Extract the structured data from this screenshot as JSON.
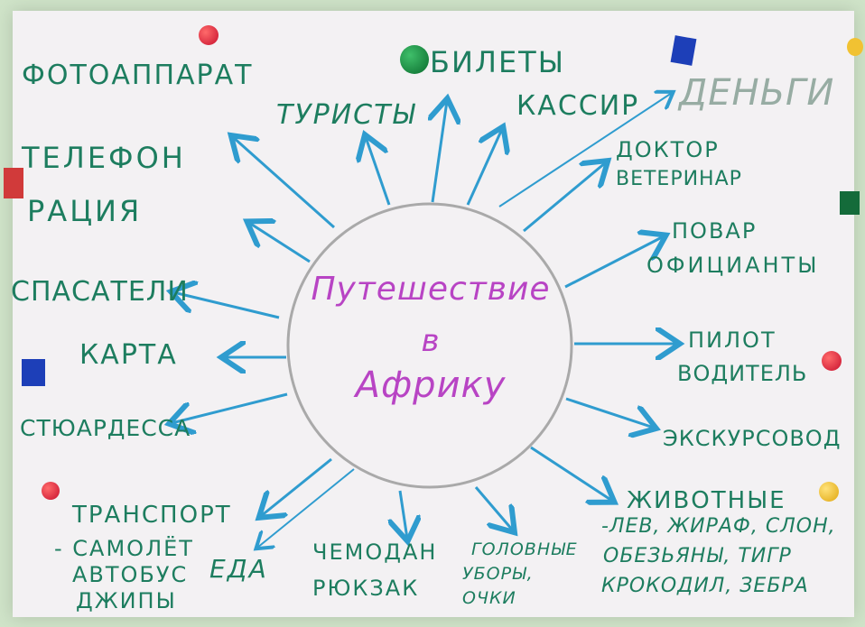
{
  "poster": {
    "center": [
      "Путешествие",
      "в",
      "Африку"
    ],
    "items": {
      "camera": "ФОТОАППАРАТ",
      "phone": "ТЕЛЕФОН",
      "radio": "РАЦИЯ",
      "rescuers": "СПАСАТЕЛИ",
      "map": "КАРТА",
      "stewardess": "СТЮАРДЕССА",
      "transport": "ТРАНСПОРТ",
      "transport_list": [
        "- САМОЛЁТ",
        "АВТОБУС",
        "ДЖИПЫ"
      ],
      "food": "ЕДА",
      "luggage": [
        "ЧЕМОДАН",
        "РЮКЗАК"
      ],
      "headwear": [
        "ГОЛОВНЫЕ",
        "УБОРЫ,",
        "ОЧКИ"
      ],
      "animals": [
        "ЖИВОТНЫЕ",
        "-ЛЕВ, ЖИРАФ, СЛОН,",
        "ОБЕЗЬЯНЫ, ТИГР",
        "КРОКОДИЛ, ЗЕБРА"
      ],
      "guide": "ЭКСКУРСОВОД",
      "pilot": [
        "ПИЛОТ",
        "ВОДИТЕЛЬ"
      ],
      "cook": [
        "ПОВАР",
        "ОФИЦИАНТЫ"
      ],
      "doctor": [
        "ДОКТОР",
        "ВЕТЕРИНАР"
      ],
      "money": "ДЕНЬГИ",
      "cashier": "КАССИР",
      "tickets": "БИЛЕТЫ",
      "tourists": "ТУРИСТЫ"
    },
    "colors": {
      "ink": "#1d7d5f",
      "arrows": "#2f9ccf",
      "center": "#b844c4"
    }
  }
}
